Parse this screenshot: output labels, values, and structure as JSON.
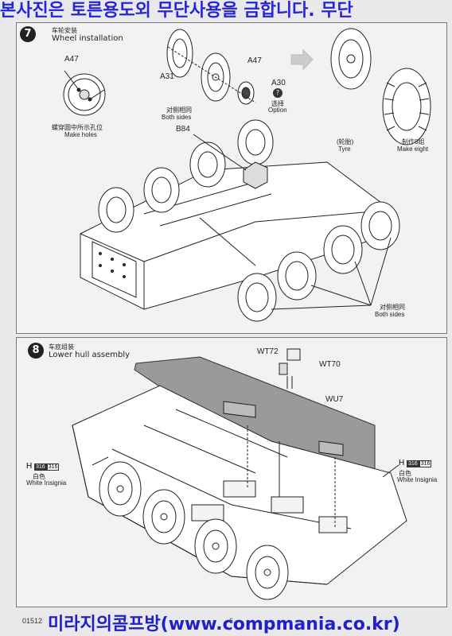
{
  "watermark": {
    "top": "본사진은 토른용도외 무단사용을 금합니다. 무단",
    "bottom": "미라지의콤프방(www.compmania.co.kr)"
  },
  "step7": {
    "number": "7",
    "title_cn": "车轮安装",
    "title_en": "Wheel installation",
    "parts": {
      "a47_left": "A47",
      "a47_right": "A47",
      "a31": "A31",
      "a30": "A30",
      "b84": "B84"
    },
    "option_icon": "?",
    "option_cn": "选择",
    "option_en": "Option",
    "make_holes_cn": "螺穿圆中所示孔位",
    "make_holes_en": "Make holes",
    "both_sides_top_cn": "对侧相同",
    "both_sides_top_en": "Both sides",
    "tyre_cn": "(轮胎)",
    "tyre_en": "Tyre",
    "make_eight_cn": "制作8组",
    "make_eight_en": "Make eight",
    "both_sides_bottom_cn": "对侧相同",
    "both_sides_bottom_en": "Both sides"
  },
  "step8": {
    "number": "8",
    "title_cn": "车底组装",
    "title_en": "Lower hull assembly",
    "parts": {
      "wt72": "WT72",
      "wt70": "WT70",
      "wu7": "WU7"
    },
    "decal_left": {
      "letter": "H",
      "code1": "316",
      "code2": "316",
      "color_cn": "白色",
      "color_en": "White Insignia"
    },
    "decal_right": {
      "letter": "H",
      "code1": "316",
      "code2": "316",
      "color_cn": "白色",
      "color_en": "White Insignia"
    }
  },
  "footer": {
    "catalog": "01512",
    "page": "6"
  }
}
